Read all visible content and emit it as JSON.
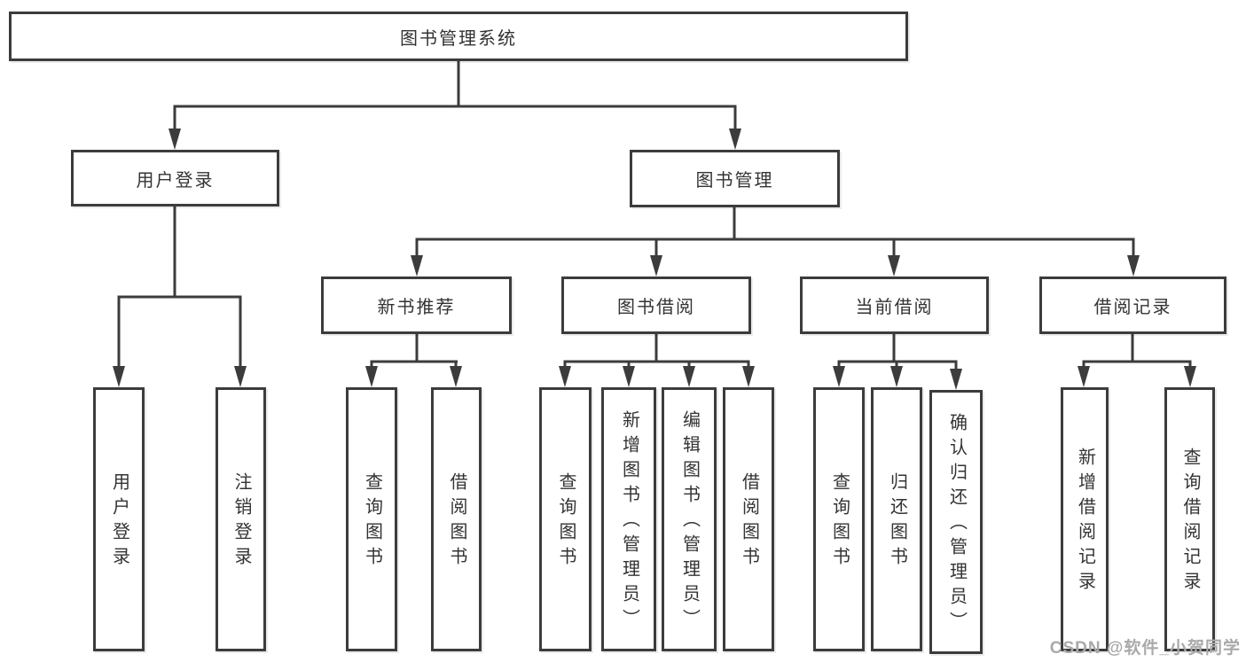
{
  "diagram": {
    "root": {
      "label": "图书管理系统"
    },
    "branches": [
      {
        "label": "用户登录",
        "children": [
          {
            "label": "用户登录"
          },
          {
            "label": "注销登录"
          }
        ]
      },
      {
        "label": "图书管理",
        "children": [
          {
            "label": "新书推荐",
            "children": [
              {
                "label": "查询图书"
              },
              {
                "label": "借阅图书"
              }
            ]
          },
          {
            "label": "图书借阅",
            "children": [
              {
                "label": "查询图书"
              },
              {
                "label": "新增图书（管理员）"
              },
              {
                "label": "编辑图书（管理员）"
              },
              {
                "label": "借阅图书"
              }
            ]
          },
          {
            "label": "当前借阅",
            "children": [
              {
                "label": "查询图书"
              },
              {
                "label": "归还图书"
              },
              {
                "label": "确认归还（管理员）"
              }
            ]
          },
          {
            "label": "借阅记录",
            "children": [
              {
                "label": "新增借阅记录"
              },
              {
                "label": "查询借阅记录"
              }
            ]
          }
        ]
      }
    ]
  },
  "watermark": {
    "text": "CSDN @软件_小贺同学"
  },
  "colors": {
    "line": "#3c3c3c",
    "text": "#333333",
    "background": "#ffffff",
    "watermark": "#a9a9a9"
  }
}
